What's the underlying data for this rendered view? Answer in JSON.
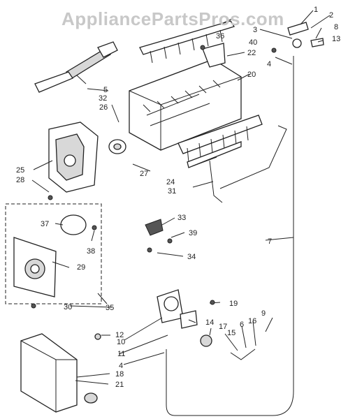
{
  "watermark": "AppliancePartsPros.com",
  "labels": {
    "l1": "1",
    "l2": "2",
    "l3": "3",
    "l8": "8",
    "l13": "13",
    "l40": "40",
    "l36": "36",
    "l22": "22",
    "l4a": "4",
    "l20": "20",
    "l5": "5",
    "l32": "32",
    "l26": "26",
    "l25": "25",
    "l28": "28",
    "l27": "27",
    "l24": "24",
    "l31": "31",
    "l37": "37",
    "l38": "38",
    "l29": "29",
    "l33": "33",
    "l39": "39",
    "l34": "34",
    "l7": "7",
    "l30": "30",
    "l35": "35",
    "l19": "19",
    "l9": "9",
    "l12": "12",
    "l14": "14",
    "l17": "17",
    "l6": "6",
    "l16": "16",
    "l10": "10",
    "l15": "15",
    "l11": "11",
    "l4b": "4",
    "l18": "18",
    "l21": "21"
  }
}
